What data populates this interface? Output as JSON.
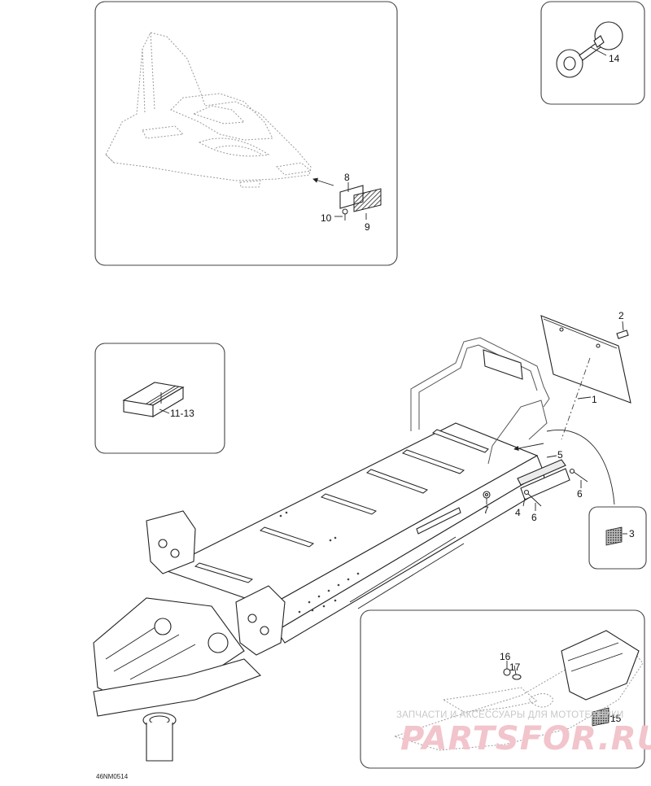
{
  "drawing_ref": "46NM0514",
  "callouts": {
    "c1": "1",
    "c2": "2",
    "c3": "3",
    "c4": "4",
    "c5": "5",
    "c6a": "6",
    "c6b": "6",
    "c7": "7",
    "c8": "8",
    "c9": "9",
    "c10": "10",
    "c11_13": "11-13",
    "c14": "14",
    "c15": "15",
    "c16": "16",
    "c17": "17"
  },
  "watermark": {
    "line1": "ЗАПЧАСТИ И АКСЕССУАРЫ ДЛЯ МОТОТЕХНИКИ",
    "logo": "PARTSFOR.RU"
  }
}
